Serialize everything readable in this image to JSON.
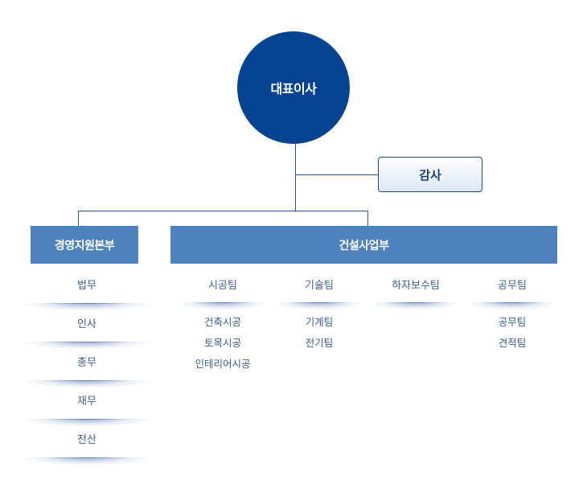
{
  "ceo": {
    "label": "대표이사"
  },
  "audit": {
    "label": "감사"
  },
  "management": {
    "label": "경영지원본부",
    "items": [
      "법무",
      "인사",
      "총무",
      "재무",
      "전산"
    ]
  },
  "construction": {
    "label": "건설사업부",
    "teams": [
      {
        "label": "시공팀",
        "subs": [
          "건축시공",
          "토목시공",
          "인테리어시공"
        ]
      },
      {
        "label": "기술팀",
        "subs": [
          "기계팀",
          "전기팀"
        ]
      },
      {
        "label": "하자보수팀",
        "subs": []
      },
      {
        "label": "공무팀",
        "subs": [
          "공무팀",
          "견적팀"
        ]
      }
    ]
  },
  "colors": {
    "ceo": "#064492",
    "dept": "#4d82bf",
    "text": "#3b5f95",
    "line": "#1f5a96"
  }
}
